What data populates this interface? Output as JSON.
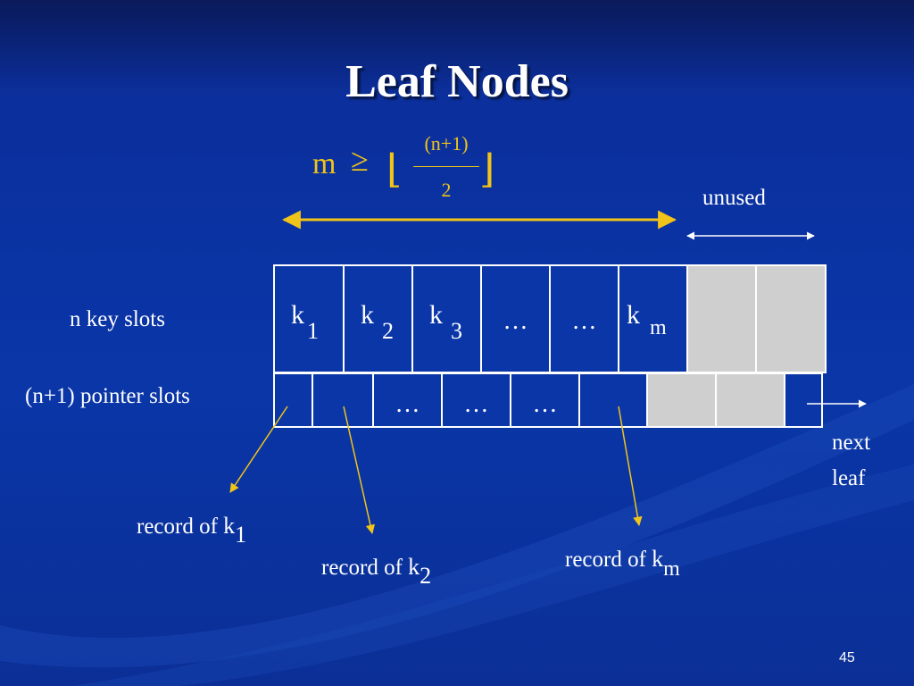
{
  "title": "Leaf Nodes",
  "formula": {
    "lhs": "m",
    "relation": "≥",
    "floor_left": "⌊",
    "floor_right": "⌋",
    "numerator": "(n+1)",
    "denominator": "2"
  },
  "labels": {
    "unused": "unused",
    "key_slots": "n key slots",
    "pointer_slots": "(n+1) pointer slots",
    "next_leaf_line1": "next",
    "next_leaf_line2": "leaf"
  },
  "key_cells": [
    {
      "key": "k",
      "sub": "1"
    },
    {
      "key": "k",
      "sub": "2"
    },
    {
      "key": "k",
      "sub": "3"
    },
    {
      "dots": "…"
    },
    {
      "dots": "…"
    },
    {
      "key": "k",
      "sub": "m"
    },
    {
      "unused": true
    },
    {
      "unused": true
    }
  ],
  "pointer_cells": [
    {
      "dots": ""
    },
    {
      "dots": ""
    },
    {
      "dots": "…"
    },
    {
      "dots": "…"
    },
    {
      "dots": "…"
    },
    {
      "dots": ""
    },
    {
      "unused": true
    },
    {
      "unused": true
    },
    {
      "dots": ""
    }
  ],
  "records": {
    "r1": {
      "prefix": "record of",
      "key": "k",
      "sub": "1"
    },
    "r2": {
      "prefix": "record of",
      "key": "k",
      "sub": "2"
    },
    "rm": {
      "prefix": "record of",
      "key": "k",
      "sub": "m"
    }
  },
  "colors": {
    "accent": "#f0c418",
    "background": "#0a36a8",
    "unused_fill": "#cfcfcf",
    "line": "#ffffff"
  },
  "page_number": "45"
}
